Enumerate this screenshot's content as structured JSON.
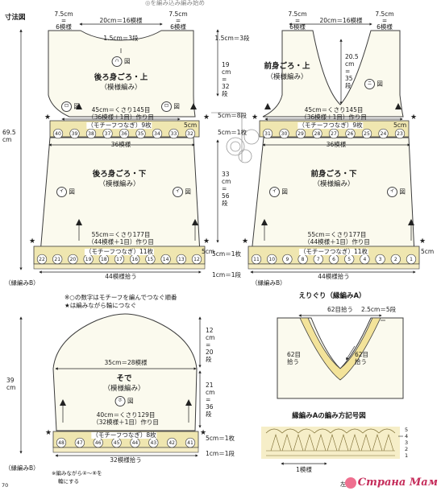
{
  "header": {
    "top_cut": "◎を編み込み編み始め",
    "section_title": "寸法図",
    "page_number": "70"
  },
  "top_dims": {
    "left_shoulder_cm": "7.5cm",
    "left_shoulder_eq": "=",
    "left_shoulder_pat": "6模様",
    "center_neck": "20cm＝16模様",
    "right_shoulder_cm": "7.5cm",
    "right_shoulder_eq": "=",
    "right_shoulder_pat": "6模様"
  },
  "back_upper": {
    "top_note": "1.5cm＝3段",
    "motif": "ハ",
    "motif_suffix": "図",
    "title": "後ろ身ごろ・上",
    "subtitle": "（模様編み）",
    "left_motif": "ロ",
    "right_motif": "ロ",
    "width_line1": "45cm＝くさり145目",
    "width_line2": "（36模様＋1目）作り目"
  },
  "front_upper": {
    "title": "前身ごろ・上",
    "subtitle": "（模様編み）",
    "motif": "ニ",
    "width_line1": "45cm＝くさり145目",
    "width_line2": "（36模様＋1目）作り目",
    "neck_depth": [
      "20.5",
      "cm",
      "=",
      "35",
      "段"
    ]
  },
  "center_dims": {
    "top_rows": "1.5cm＝3段",
    "upper_height": [
      "19",
      "cm",
      "=",
      "32",
      "段"
    ],
    "band_upper": "5cm＝8段",
    "motif_band": "5cm＝1枚",
    "lower_height": [
      "33",
      "cm",
      "=",
      "56",
      "段"
    ],
    "band_lower": "5cm＝1枚",
    "edge_band": "1cm＝1段"
  },
  "total_height": [
    "69.5",
    "cm"
  ],
  "back_motifs": {
    "label": "（モチーフつなぎ）9枚",
    "side_cm": "5cm",
    "numbers": [
      "40",
      "39",
      "38",
      "37",
      "36",
      "35",
      "34",
      "33",
      "32"
    ]
  },
  "front_motifs": {
    "label": "（モチーフつなぎ）9枚",
    "side_cm": "5cm",
    "numbers": [
      "31",
      "30",
      "29",
      "28",
      "27",
      "26",
      "25",
      "24",
      "23"
    ]
  },
  "back_lower": {
    "top_width": "36模様",
    "title": "後ろ身ごろ・下",
    "subtitle": "（模様編み）",
    "side_motif_left": "イ",
    "side_motif_right": "イ",
    "width_line1": "55cm＝くさり177目",
    "width_line2": "（44模様＋1目）作り目",
    "motif_label": "（モチーフつなぎ）11枚",
    "side_cm": "5cm",
    "numbers": [
      "22",
      "21",
      "20",
      "19",
      "18",
      "17",
      "16",
      "15",
      "14",
      "13",
      "12"
    ],
    "bottom_width": "44模様拾う",
    "edge_label": "（縁編みB）"
  },
  "front_lower": {
    "top_width": "36模様",
    "title": "前身ごろ・下",
    "subtitle": "（模様編み）",
    "side_motif_left": "イ",
    "side_motif_right": "イ",
    "width_line1": "55cm＝くさり177目",
    "width_line2": "（44模様＋1目）作り目",
    "motif_label": "（モチーフつなぎ）11枚",
    "side_cm": "5cm",
    "numbers": [
      "11",
      "10",
      "9",
      "8",
      "7",
      "6",
      "5",
      "4",
      "3",
      "2",
      "1"
    ],
    "bottom_width": "44模様拾う",
    "edge_label": "（縁編みB）"
  },
  "notes": {
    "line1": "※○の数字はモチーフを編んでつなぐ順番",
    "line2": "★は編みながら輪につなぐ"
  },
  "sleeve": {
    "top_width": "35cm＝28模様",
    "title": "そで",
    "subtitle": "（模様編み）",
    "motif": "ホ",
    "width_line1": "40cm＝くさり129目",
    "width_line2": "（32模様＋1目）作り目",
    "motif_label": "（モチーフつなぎ）8枚",
    "numbers": [
      "48",
      "47",
      "46",
      "45",
      "44",
      "43",
      "42",
      "41"
    ],
    "bottom_width": "32模様拾う",
    "edge_label": "（縁編みB）",
    "cap_height": [
      "12",
      "cm",
      "=",
      "20",
      "段"
    ],
    "body_height": [
      "21",
      "cm",
      "=",
      "36",
      "段"
    ],
    "total_height": [
      "39",
      "cm"
    ],
    "band_note": "5cm＝1枚",
    "edge_note": "1cm＝1段",
    "note1": "※編みながら④～⑧を",
    "note2": "輪にする"
  },
  "neckline": {
    "title": "えりぐり（縁編みA）",
    "top_pick": "62目拾う",
    "side_cm": "2.5cm＝5段",
    "left_pick": [
      "62目",
      "拾う"
    ],
    "right_pick": [
      "62目",
      "拾う"
    ]
  },
  "chart": {
    "title": "縁編みAの編み方記号図",
    "rows": [
      "5",
      "4",
      "3",
      "2",
      "1"
    ],
    "bottom_label": "1模様",
    "corner_label": "左肩"
  },
  "watermark": {
    "text": "Страна Мам"
  },
  "colors": {
    "motif_band": "#efe6b0",
    "body": "#fbfaee",
    "outline": "#3c3c3c",
    "accent": "#d8c67a"
  }
}
